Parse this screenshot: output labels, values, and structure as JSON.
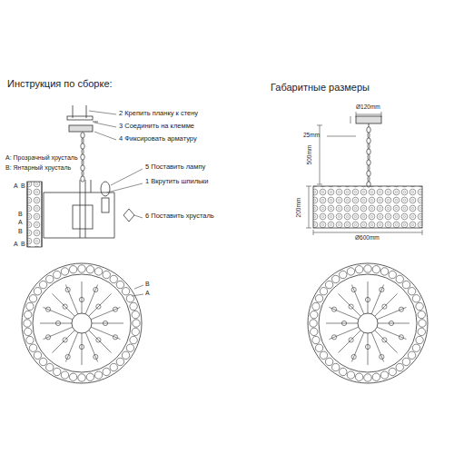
{
  "diagram": {
    "labels": [
      "Инструкция по сборке:",
      "Габаритные размеры",
      "2 Крепить планку к стену",
      "3 Соединить на клемме",
      "4 Фиксировать арматуру",
      "A: Прозрачный хрусталь",
      "B: Янтарный хрусталь",
      "5 Поставить лампу",
      "1 Вкрутить шпильки",
      "6 Поставить хрусталь",
      "A",
      "B",
      "B",
      "A",
      "B",
      "A",
      "B",
      "B",
      "A",
      "Ø120mm",
      "25mm",
      "500mm",
      "200mm",
      "Ø600mm"
    ]
  }
}
